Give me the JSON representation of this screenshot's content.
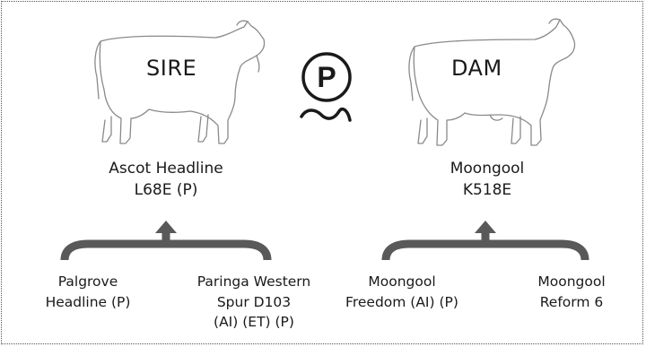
{
  "sire": {
    "label": "SIRE",
    "name_line1": "Ascot Headline",
    "name_line2": "L68E (P)",
    "parents": {
      "left": [
        "Palgrove",
        "Headline (P)"
      ],
      "right": [
        "Paringa Western",
        "Spur D103",
        "(AI) (ET) (P)"
      ]
    }
  },
  "dam": {
    "label": "DAM",
    "name_line1": "Moongool",
    "name_line2": "K518E",
    "parents": {
      "left": [
        "Moongool",
        "Freedom (AI) (P)"
      ],
      "right": [
        "Moongool",
        "Reform 6"
      ]
    }
  },
  "poll_symbol": "P",
  "colors": {
    "bracket": "#595959",
    "outline": "#888888",
    "text": "#1a1a1a"
  }
}
